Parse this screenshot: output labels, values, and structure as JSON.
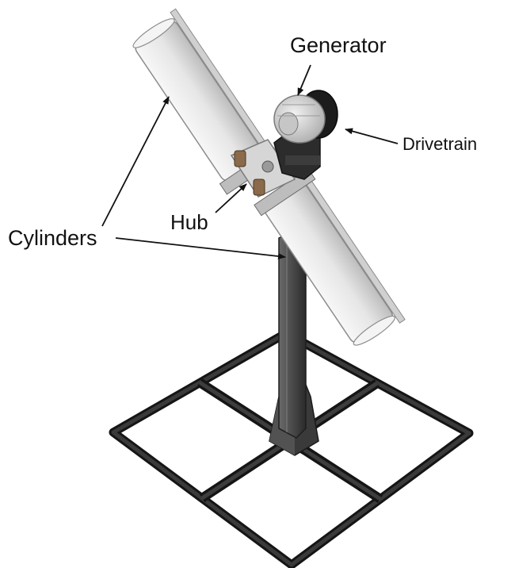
{
  "labels": {
    "generator": "Generator",
    "drivetrain": "Drivetrain",
    "hub": "Hub",
    "cylinders": "Cylinders"
  },
  "colors": {
    "frame": "#2e2e2e",
    "frame_edge": "#151515",
    "mast": "#4a4a4a",
    "mast_highlight": "#6a6a6a",
    "cylinder_body": "#e9e9e9",
    "cylinder_shade": "#c9c9c9",
    "cylinder_edge": "#9a9a9a",
    "generator": "#d4d4d4",
    "drivetrain_disc": "#1c1c1c",
    "hub_bronze": "#8a6a4a",
    "arrow": "#111111"
  }
}
